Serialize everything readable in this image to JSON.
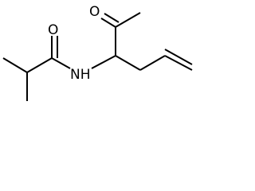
{
  "molecule": {
    "atoms": [
      {
        "id": "oxygen-1",
        "symbol": "O"
      },
      {
        "id": "oxygen-2",
        "symbol": "O"
      },
      {
        "id": "nitrogen",
        "symbol": "NH"
      }
    ]
  }
}
